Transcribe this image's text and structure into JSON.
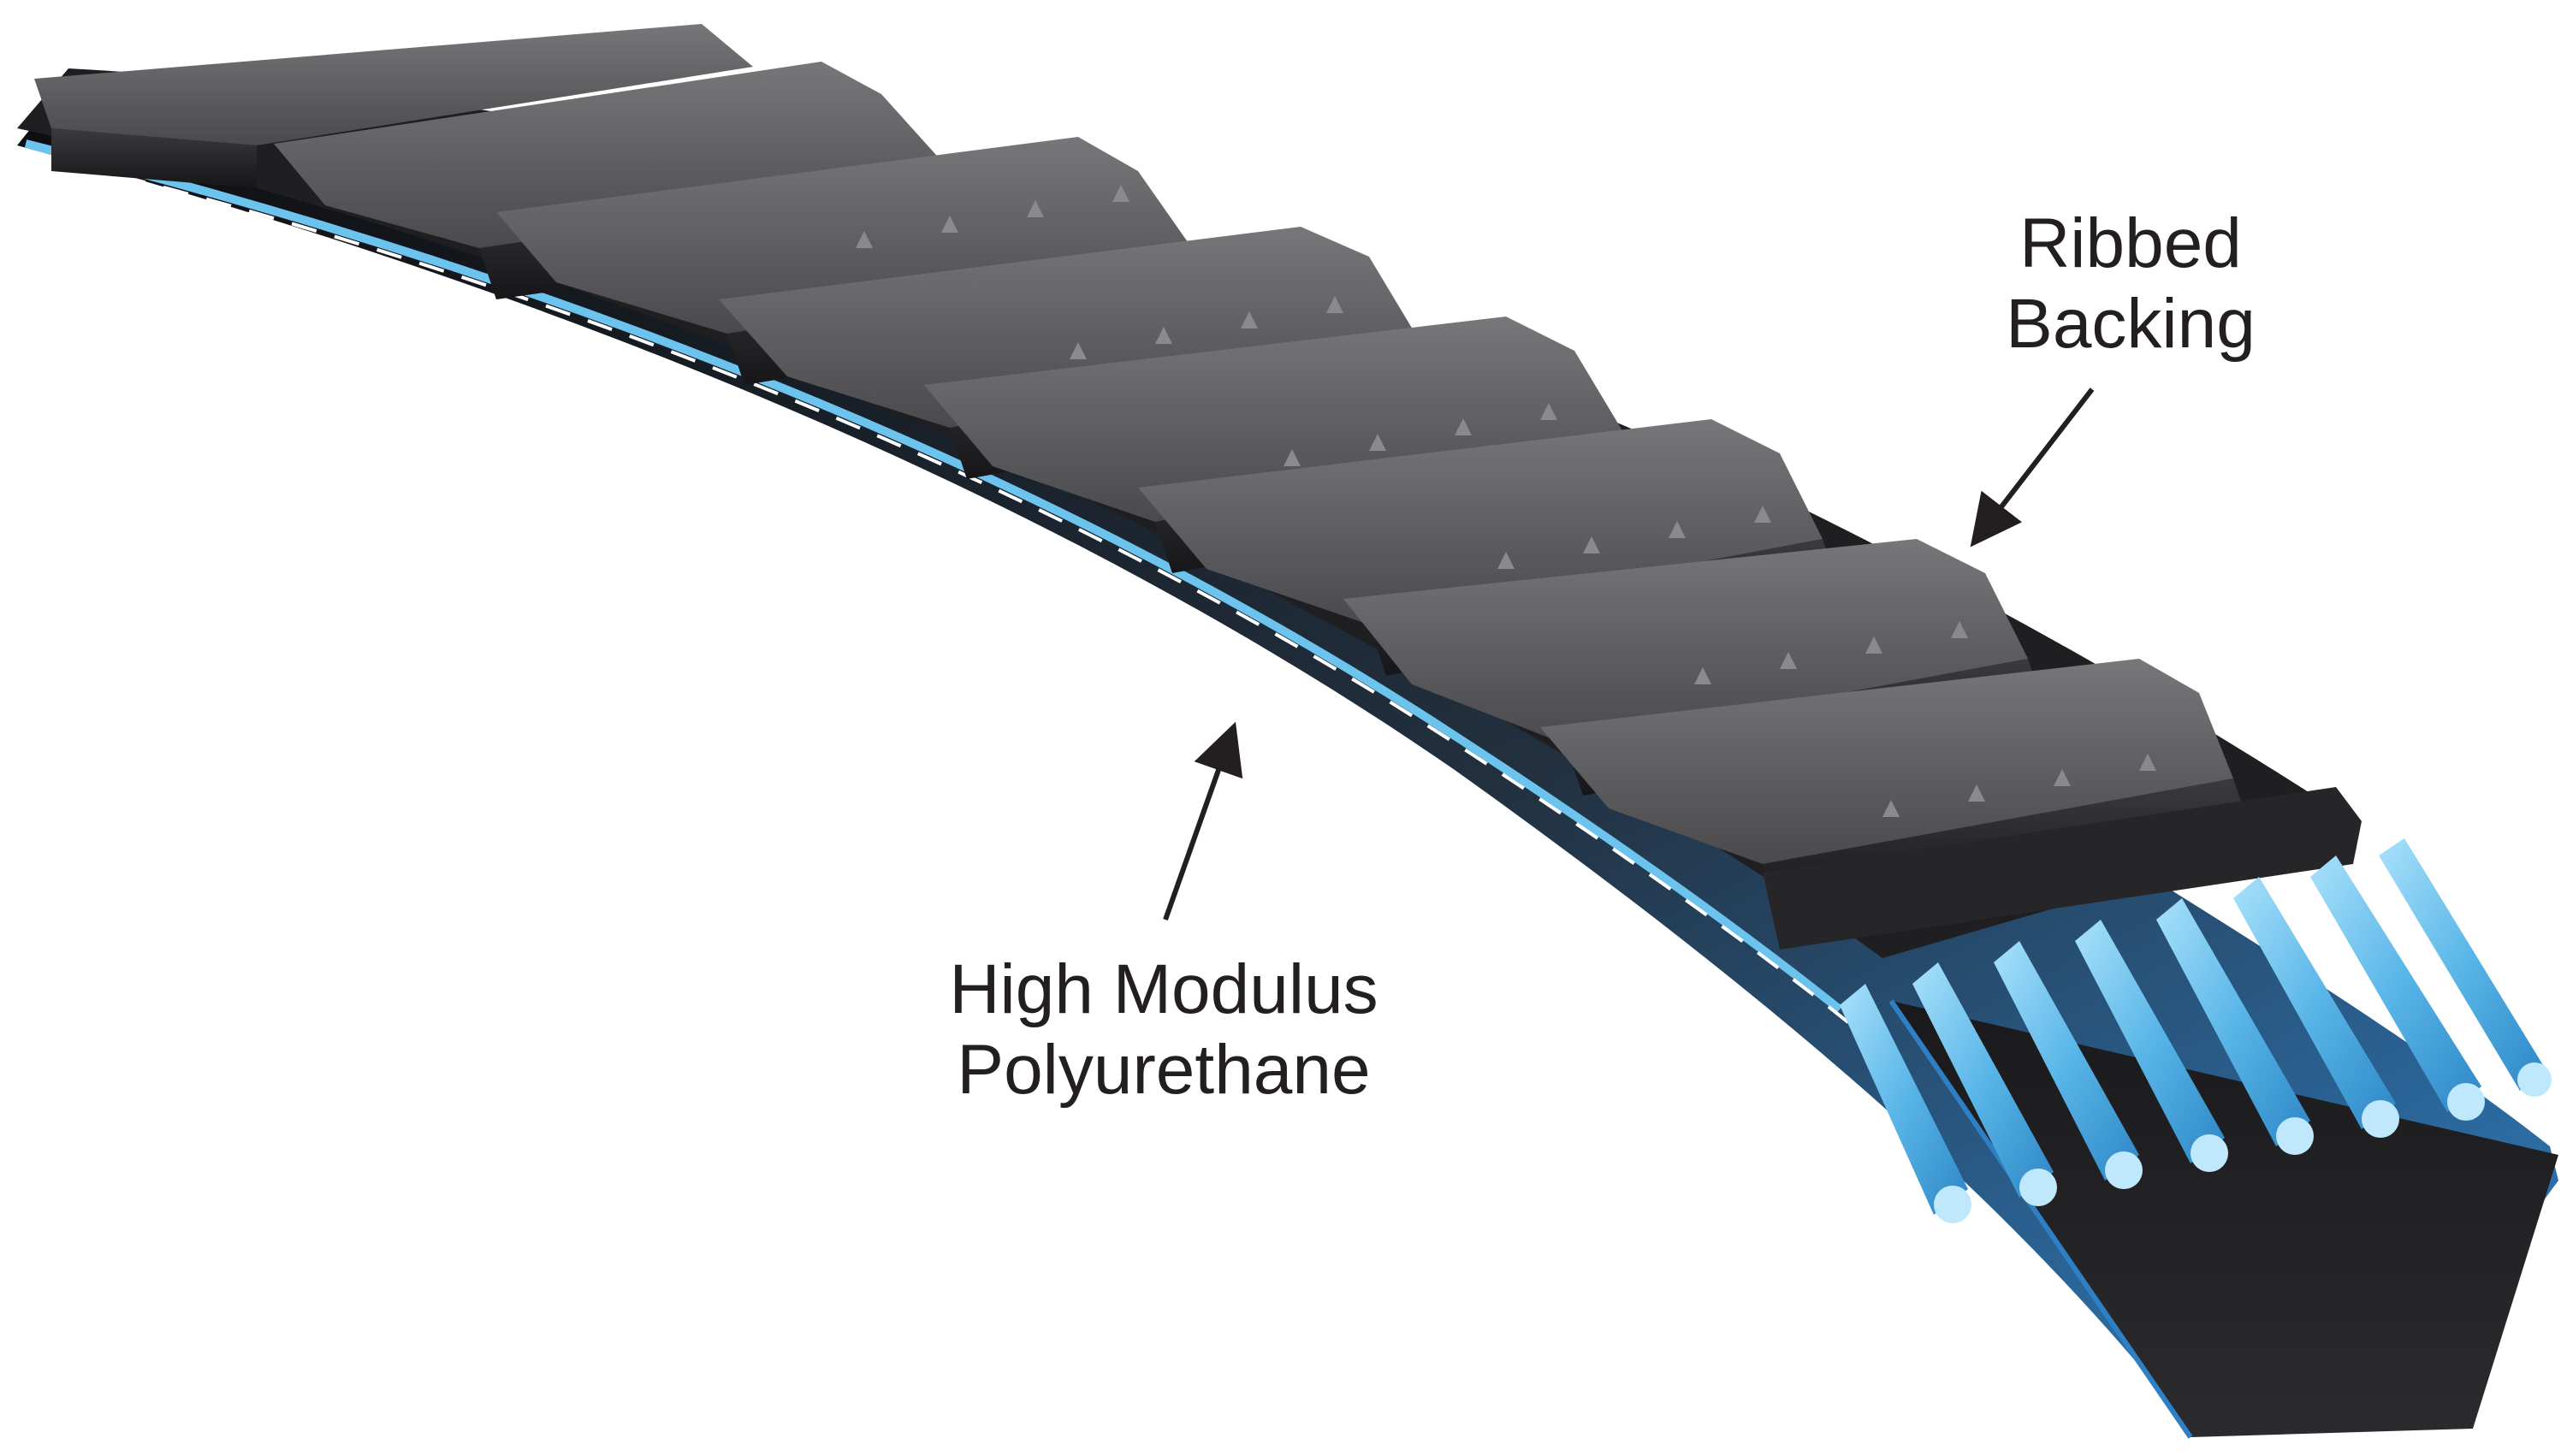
{
  "labels": {
    "ribbed_backing": [
      "Ribbed",
      "Backing"
    ],
    "high_modulus_polyurethane": [
      "High Modulus",
      "Polyurethane"
    ]
  },
  "colors": {
    "rib_top": "#6b6b6d",
    "rib_dark": "#1c1c1e",
    "belt_body": "#2a2b2e",
    "belt_side_blue": "#2f7fc4",
    "cord_blue": "#6cc3ee",
    "arrow": "#231f20"
  },
  "icons": {
    "belt": "ribbed-v-belt-illustration",
    "cords": "tensile-cord-bundle"
  }
}
